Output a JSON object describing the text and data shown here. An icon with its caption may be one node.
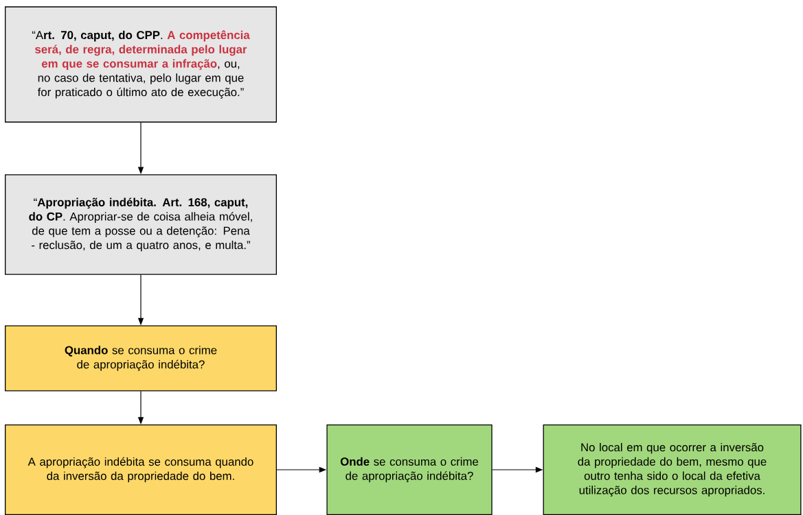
{
  "diagram": {
    "nodes": [
      {
        "text": [
          "“A**rt. 70, caput, do CPP**. ",
          "**A competência será, de regra, determinada pelo lugar em que se consumar a infração**",
          ", ou, no caso de tentativa, pelo lugar em que for praticado o último ato de execução.”"
        ]
      },
      {
        "text": [
          "“**Apropriação indébita. Art. 168, caput, do CP**. Apropriar-se de coisa alheia móvel, de que tem a posse ou a detenção: Pena - reclusão, de um a quatro anos, e multa.”"
        ]
      },
      {
        "text": [
          "**Quando** se consuma o crime de apropriação indébita?"
        ]
      },
      {
        "text": [
          "A apropriação indébita se consuma quando da inversão da propriedade do bem."
        ]
      },
      {
        "text": [
          "**Onde** se consuma o crime de apropriação indébita?"
        ]
      },
      {
        "text": [
          "No local em que ocorrer a inversão da propriedade do bem, mesmo que outro tenha sido o local da efetiva utilização dos recursos apropriados."
        ]
      }
    ],
    "edges": [
      {
        "from": 0,
        "to": 1,
        "arrow": "to"
      },
      {
        "from": 1,
        "to": 2,
        "arrow": "to"
      },
      {
        "from": 2,
        "to": 3,
        "arrow": "to"
      },
      {
        "from": 3,
        "to": 4,
        "arrow": "to"
      },
      {
        "from": 4,
        "to": 5,
        "arrow": "to"
      }
    ]
  }
}
